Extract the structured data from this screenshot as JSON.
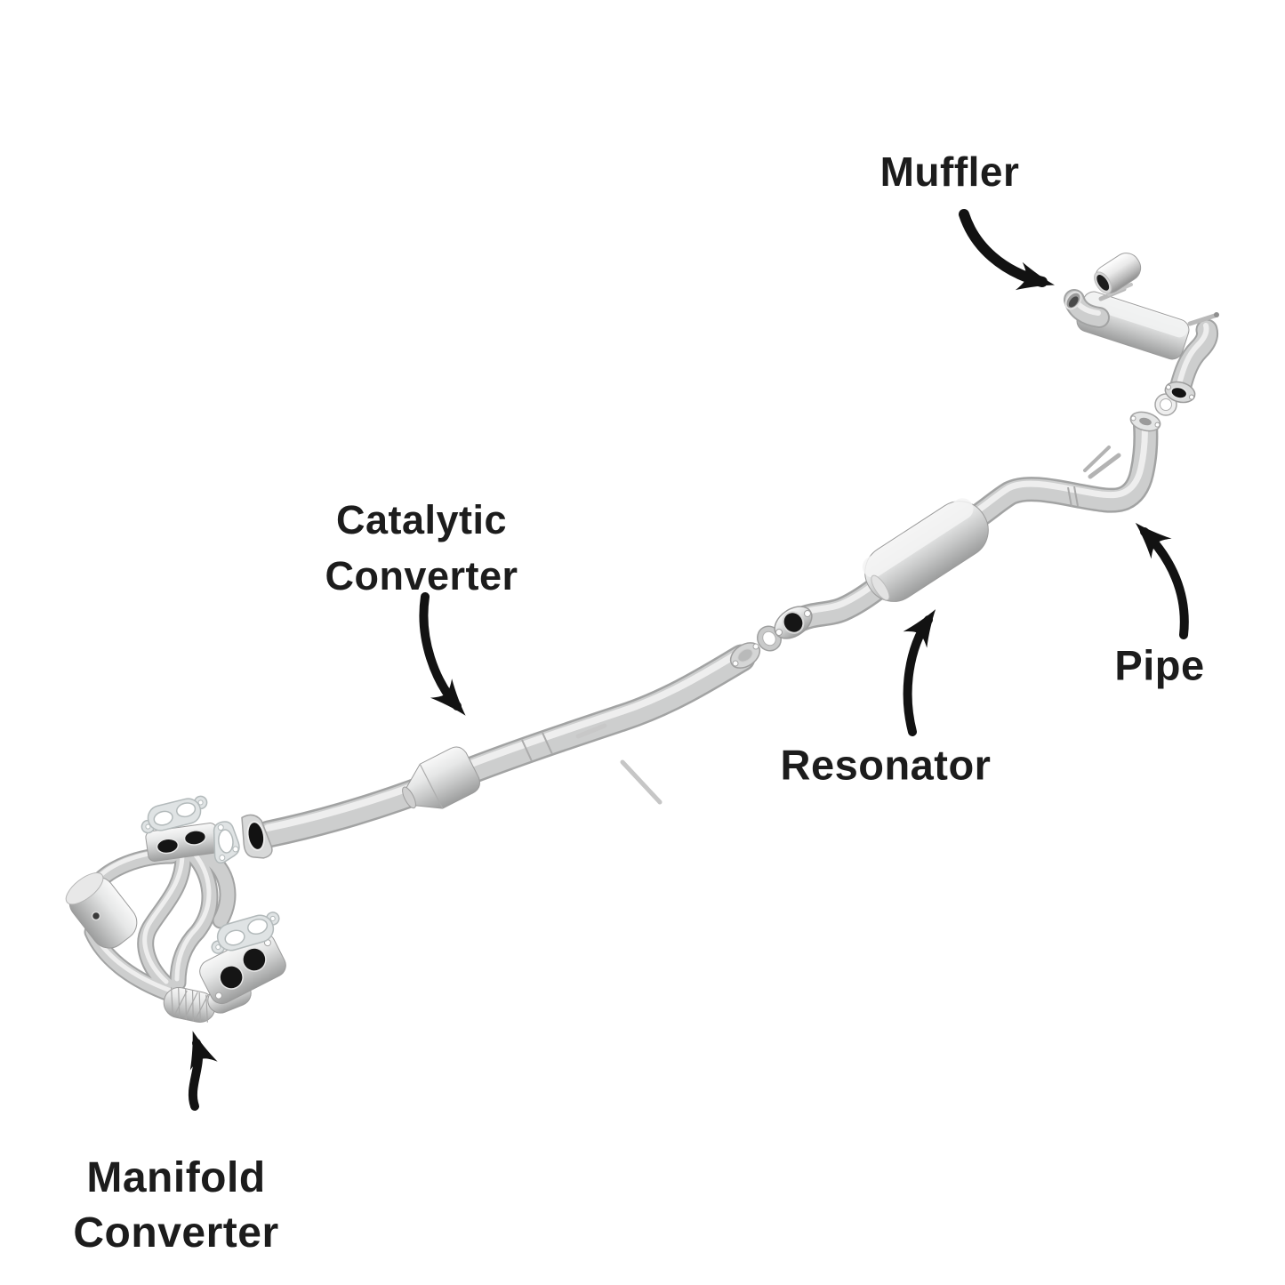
{
  "page": {
    "background_color": "#ffffff"
  },
  "style": {
    "text_color": "#1c1c1c",
    "arrow_color": "#121212",
    "metal_light": "#f7f7f7",
    "metal_mid": "#c7c8c8",
    "metal_dark": "#9c9d9d",
    "port_dark": "#151515",
    "gasket_color": "#dfe3e4"
  },
  "labels": {
    "muffler": "Muffler",
    "catalytic_line1": "Catalytic",
    "catalytic_line2": "Converter",
    "resonator": "Resonator",
    "pipe": "Pipe",
    "manifold_line1": "Manifold",
    "manifold_line2": "Converter"
  },
  "diagram": {
    "subject": "Vehicle exhaust system exploded parts diagram",
    "labeled_parts": [
      "Muffler",
      "Pipe",
      "Resonator",
      "Catalytic Converter",
      "Manifold Converter"
    ]
  }
}
